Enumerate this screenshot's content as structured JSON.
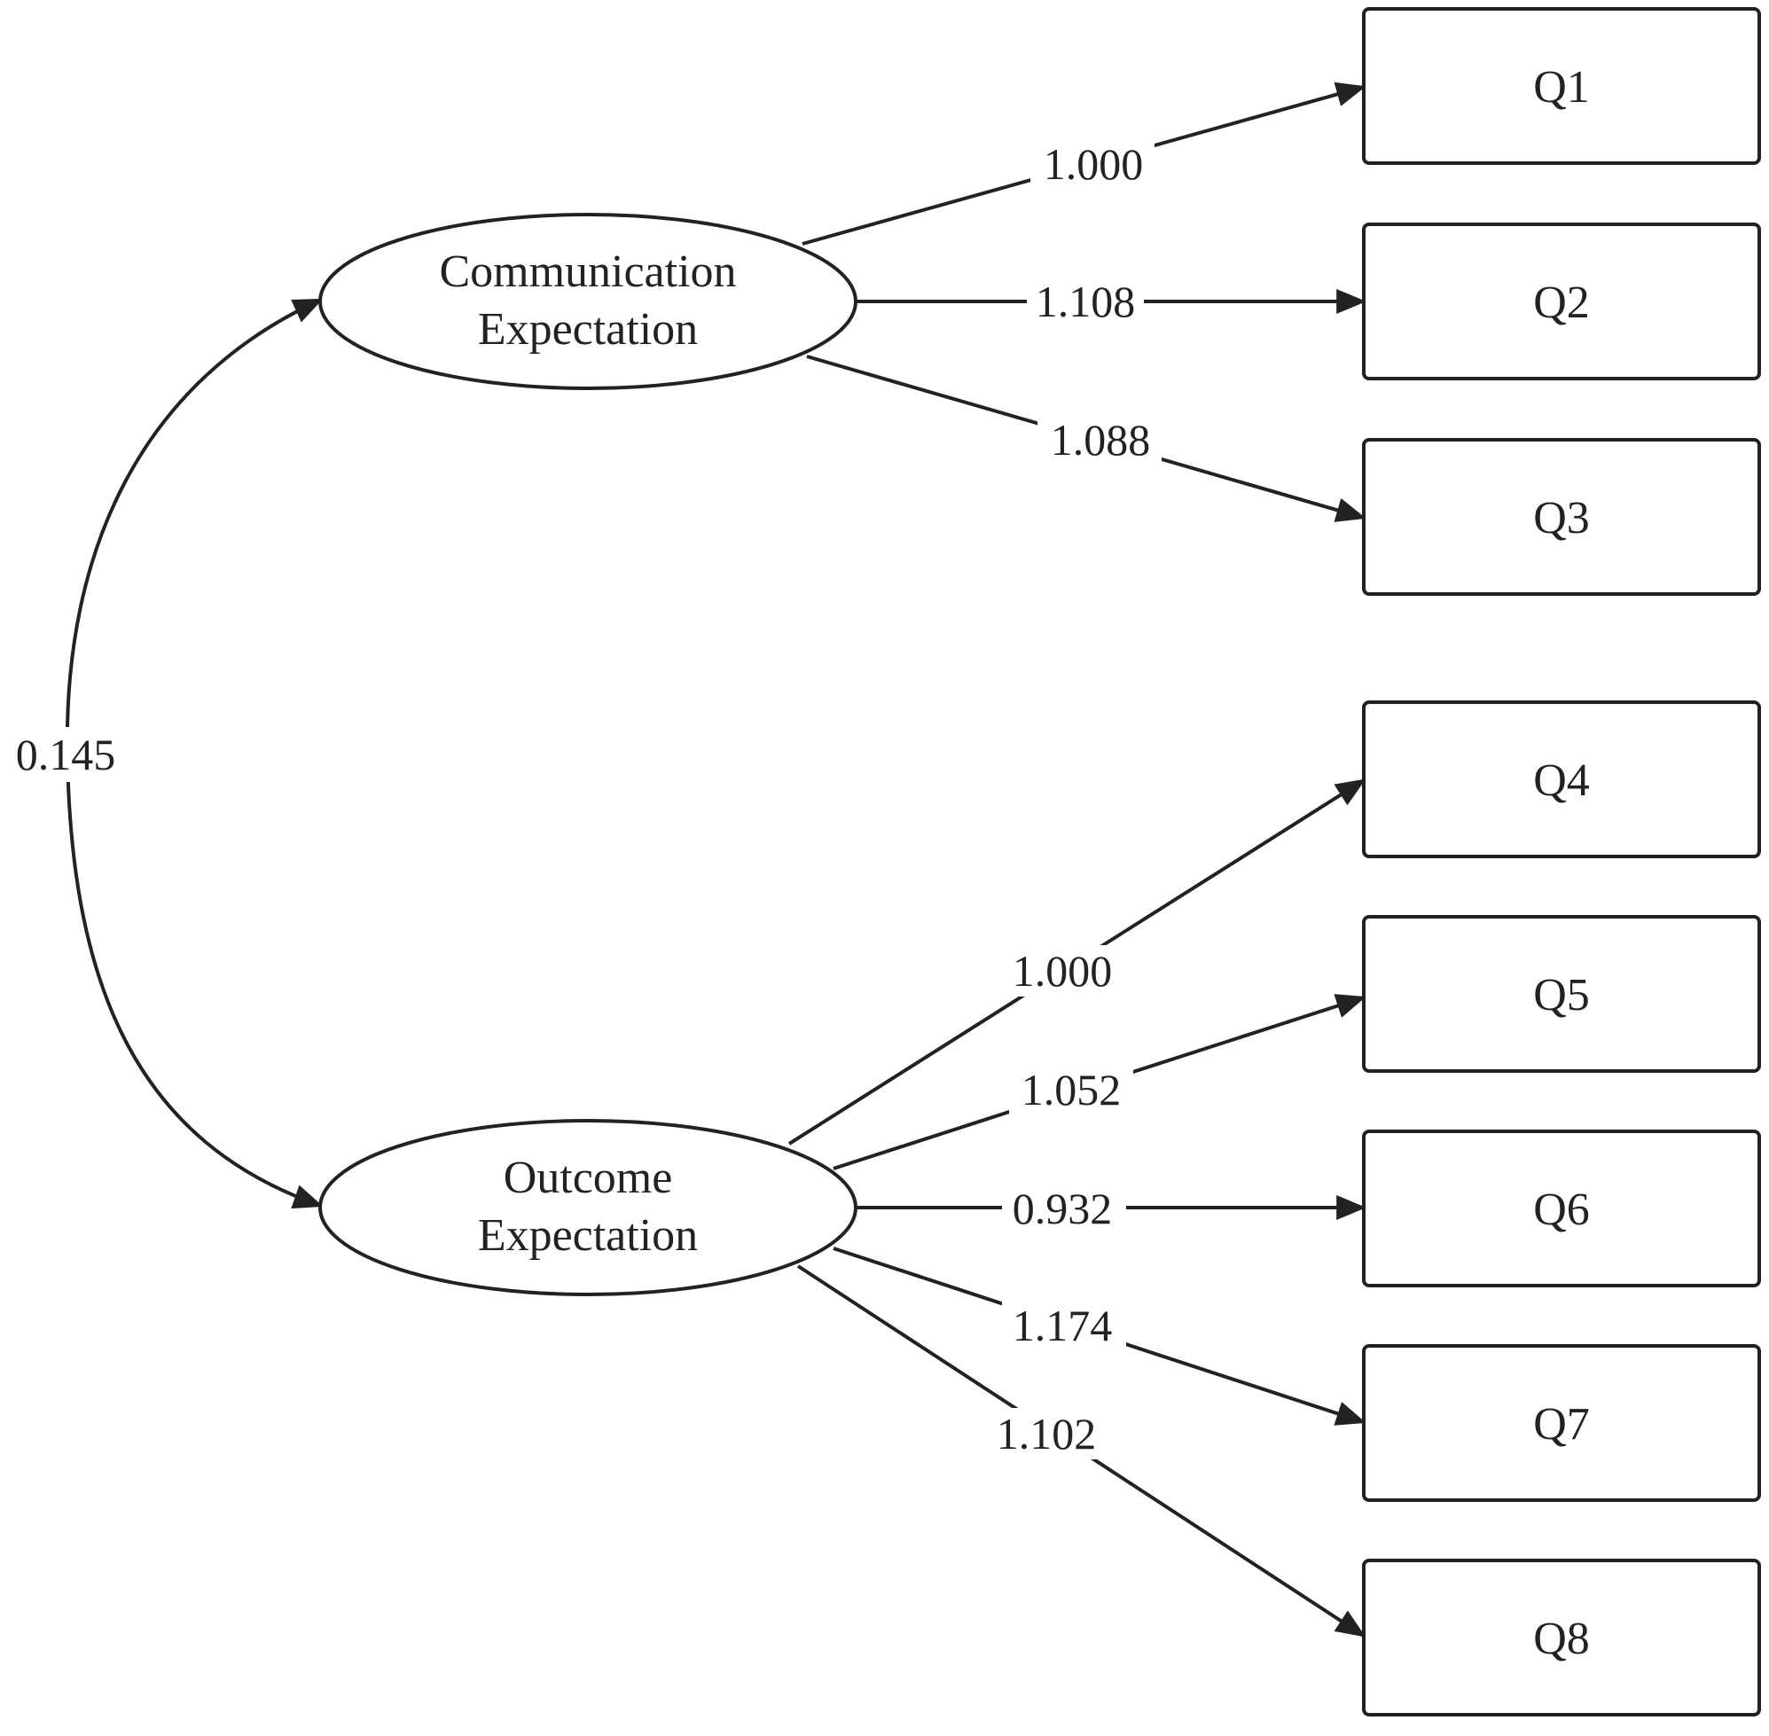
{
  "diagram": {
    "latent": [
      {
        "id": "comm",
        "lines": [
          "Communication",
          "Expectation"
        ]
      },
      {
        "id": "outc",
        "lines": [
          "Outcome",
          "Expectation"
        ]
      }
    ],
    "observed": [
      "Q1",
      "Q2",
      "Q3",
      "Q4",
      "Q5",
      "Q6",
      "Q7",
      "Q8"
    ],
    "loadings": [
      {
        "from": "comm",
        "to": "Q1",
        "label": "1.000"
      },
      {
        "from": "comm",
        "to": "Q2",
        "label": "1.108"
      },
      {
        "from": "comm",
        "to": "Q3",
        "label": "1.088"
      },
      {
        "from": "outc",
        "to": "Q4",
        "label": "1.000"
      },
      {
        "from": "outc",
        "to": "Q5",
        "label": "1.052"
      },
      {
        "from": "outc",
        "to": "Q6",
        "label": "0.932"
      },
      {
        "from": "outc",
        "to": "Q7",
        "label": "1.174"
      },
      {
        "from": "outc",
        "to": "Q8",
        "label": "1.102"
      }
    ],
    "covariance": {
      "from": "comm",
      "to": "outc",
      "label": "0.145"
    }
  }
}
